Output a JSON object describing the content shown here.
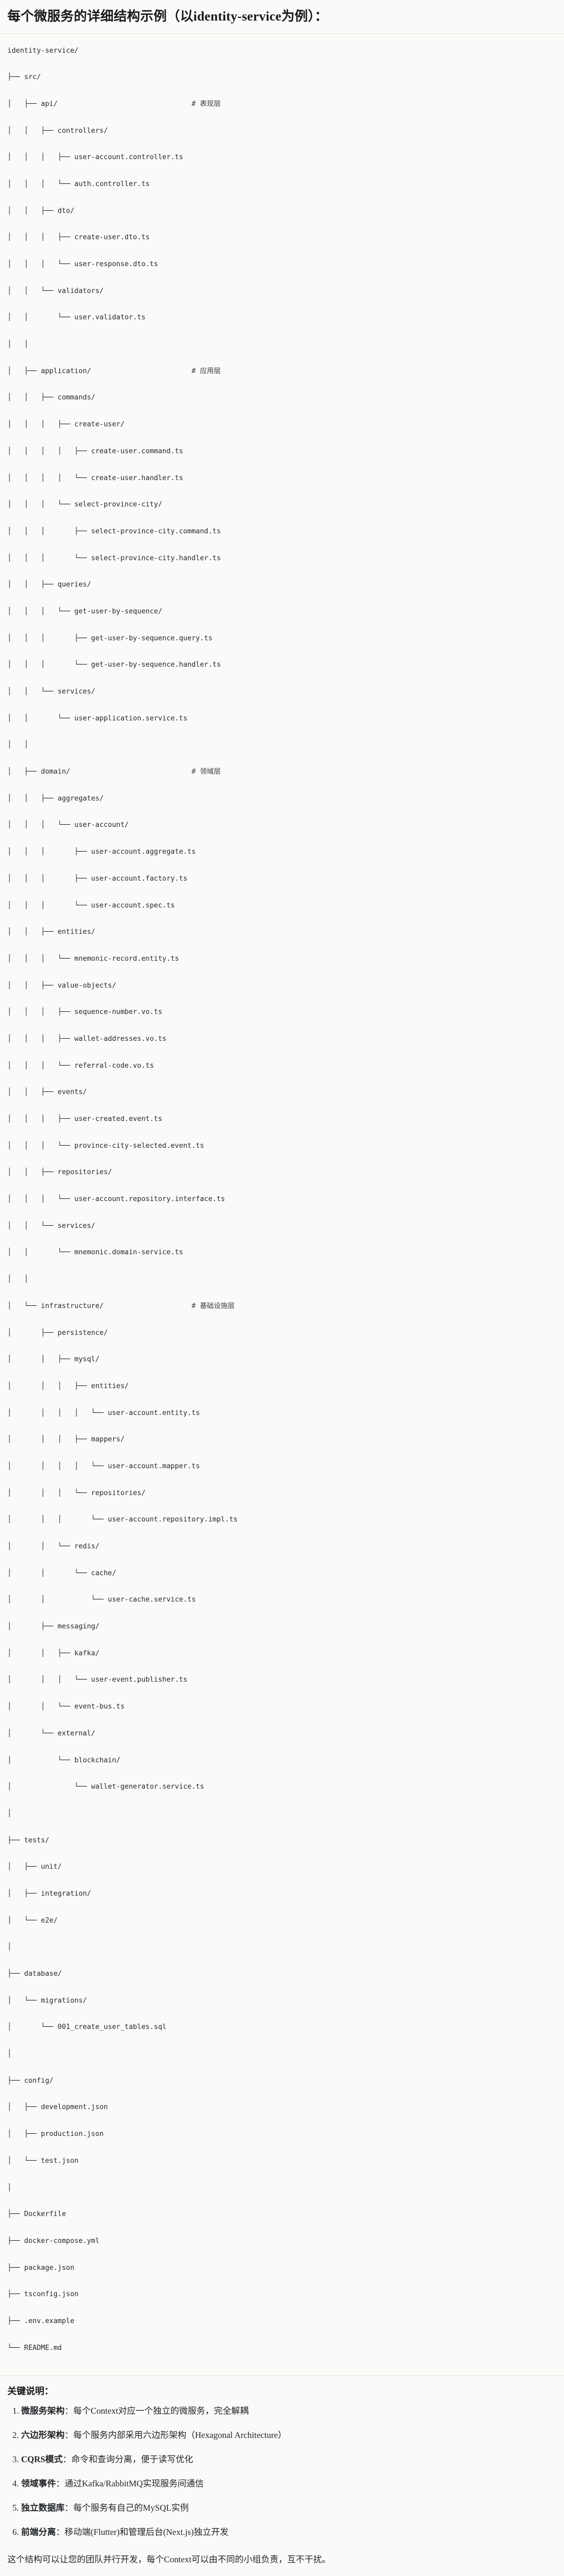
{
  "heading": "每个微服务的详细结构示例（以identity-service为例）：",
  "tree": {
    "root": "identity-service/",
    "lines": [
      {
        "prefix": "identity-service/",
        "comment": ""
      },
      {
        "prefix": "├── src/",
        "comment": ""
      },
      {
        "prefix": "│   ├── api/",
        "comment": "# 表现层"
      },
      {
        "prefix": "│   │   ├── controllers/",
        "comment": ""
      },
      {
        "prefix": "│   │   │   ├── user-account.controller.ts",
        "comment": ""
      },
      {
        "prefix": "│   │   │   └── auth.controller.ts",
        "comment": ""
      },
      {
        "prefix": "│   │   ├── dto/",
        "comment": ""
      },
      {
        "prefix": "│   │   │   ├── create-user.dto.ts",
        "comment": ""
      },
      {
        "prefix": "│   │   │   └── user-response.dto.ts",
        "comment": ""
      },
      {
        "prefix": "│   │   └── validators/",
        "comment": ""
      },
      {
        "prefix": "│   │       └── user.validator.ts",
        "comment": ""
      },
      {
        "prefix": "│   │",
        "comment": ""
      },
      {
        "prefix": "│   ├── application/",
        "comment": "# 应用层"
      },
      {
        "prefix": "│   │   ├── commands/",
        "comment": ""
      },
      {
        "prefix": "│   │   │   ├── create-user/",
        "comment": ""
      },
      {
        "prefix": "│   │   │   │   ├── create-user.command.ts",
        "comment": ""
      },
      {
        "prefix": "│   │   │   │   └── create-user.handler.ts",
        "comment": ""
      },
      {
        "prefix": "│   │   │   └── select-province-city/",
        "comment": ""
      },
      {
        "prefix": "│   │   │       ├── select-province-city.command.ts",
        "comment": ""
      },
      {
        "prefix": "│   │   │       └── select-province-city.handler.ts",
        "comment": ""
      },
      {
        "prefix": "│   │   ├── queries/",
        "comment": ""
      },
      {
        "prefix": "│   │   │   └── get-user-by-sequence/",
        "comment": ""
      },
      {
        "prefix": "│   │   │       ├── get-user-by-sequence.query.ts",
        "comment": ""
      },
      {
        "prefix": "│   │   │       └── get-user-by-sequence.handler.ts",
        "comment": ""
      },
      {
        "prefix": "│   │   └── services/",
        "comment": ""
      },
      {
        "prefix": "│   │       └── user-application.service.ts",
        "comment": ""
      },
      {
        "prefix": "│   │",
        "comment": ""
      },
      {
        "prefix": "│   ├── domain/",
        "comment": "# 领域层"
      },
      {
        "prefix": "│   │   ├── aggregates/",
        "comment": ""
      },
      {
        "prefix": "│   │   │   └── user-account/",
        "comment": ""
      },
      {
        "prefix": "│   │   │       ├── user-account.aggregate.ts",
        "comment": ""
      },
      {
        "prefix": "│   │   │       ├── user-account.factory.ts",
        "comment": ""
      },
      {
        "prefix": "│   │   │       └── user-account.spec.ts",
        "comment": ""
      },
      {
        "prefix": "│   │   ├── entities/",
        "comment": ""
      },
      {
        "prefix": "│   │   │   └── mnemonic-record.entity.ts",
        "comment": ""
      },
      {
        "prefix": "│   │   ├── value-objects/",
        "comment": ""
      },
      {
        "prefix": "│   │   │   ├── sequence-number.vo.ts",
        "comment": ""
      },
      {
        "prefix": "│   │   │   ├── wallet-addresses.vo.ts",
        "comment": ""
      },
      {
        "prefix": "│   │   │   └── referral-code.vo.ts",
        "comment": ""
      },
      {
        "prefix": "│   │   ├── events/",
        "comment": ""
      },
      {
        "prefix": "│   │   │   ├── user-created.event.ts",
        "comment": ""
      },
      {
        "prefix": "│   │   │   └── province-city-selected.event.ts",
        "comment": ""
      },
      {
        "prefix": "│   │   ├── repositories/",
        "comment": ""
      },
      {
        "prefix": "│   │   │   └── user-account.repository.interface.ts",
        "comment": ""
      },
      {
        "prefix": "│   │   └── services/",
        "comment": ""
      },
      {
        "prefix": "│   │       └── mnemonic.domain-service.ts",
        "comment": ""
      },
      {
        "prefix": "│   │",
        "comment": ""
      },
      {
        "prefix": "│   └── infrastructure/",
        "comment": "# 基础设施层"
      },
      {
        "prefix": "│       ├── persistence/",
        "comment": ""
      },
      {
        "prefix": "│       │   ├── mysql/",
        "comment": ""
      },
      {
        "prefix": "│       │   │   ├── entities/",
        "comment": ""
      },
      {
        "prefix": "│       │   │   │   └── user-account.entity.ts",
        "comment": ""
      },
      {
        "prefix": "│       │   │   ├── mappers/",
        "comment": ""
      },
      {
        "prefix": "│       │   │   │   └── user-account.mapper.ts",
        "comment": ""
      },
      {
        "prefix": "│       │   │   └── repositories/",
        "comment": ""
      },
      {
        "prefix": "│       │   │       └── user-account.repository.impl.ts",
        "comment": ""
      },
      {
        "prefix": "│       │   └── redis/",
        "comment": ""
      },
      {
        "prefix": "│       │       └── cache/",
        "comment": ""
      },
      {
        "prefix": "│       │           └── user-cache.service.ts",
        "comment": ""
      },
      {
        "prefix": "│       ├── messaging/",
        "comment": ""
      },
      {
        "prefix": "│       │   ├── kafka/",
        "comment": ""
      },
      {
        "prefix": "│       │   │   └── user-event.publisher.ts",
        "comment": ""
      },
      {
        "prefix": "│       │   └── event-bus.ts",
        "comment": ""
      },
      {
        "prefix": "│       └── external/",
        "comment": ""
      },
      {
        "prefix": "│           └── blockchain/",
        "comment": ""
      },
      {
        "prefix": "│               └── wallet-generator.service.ts",
        "comment": ""
      },
      {
        "prefix": "│",
        "comment": ""
      },
      {
        "prefix": "├── tests/",
        "comment": ""
      },
      {
        "prefix": "│   ├── unit/",
        "comment": ""
      },
      {
        "prefix": "│   ├── integration/",
        "comment": ""
      },
      {
        "prefix": "│   └── e2e/",
        "comment": ""
      },
      {
        "prefix": "│",
        "comment": ""
      },
      {
        "prefix": "├── database/",
        "comment": ""
      },
      {
        "prefix": "│   └── migrations/",
        "comment": ""
      },
      {
        "prefix": "│       └── 001_create_user_tables.sql",
        "comment": ""
      },
      {
        "prefix": "│",
        "comment": ""
      },
      {
        "prefix": "├── config/",
        "comment": ""
      },
      {
        "prefix": "│   ├── development.json",
        "comment": ""
      },
      {
        "prefix": "│   ├── production.json",
        "comment": ""
      },
      {
        "prefix": "│   └── test.json",
        "comment": ""
      },
      {
        "prefix": "│",
        "comment": ""
      },
      {
        "prefix": "├── Dockerfile",
        "comment": ""
      },
      {
        "prefix": "├── docker-compose.yml",
        "comment": ""
      },
      {
        "prefix": "├── package.json",
        "comment": ""
      },
      {
        "prefix": "├── tsconfig.json",
        "comment": ""
      },
      {
        "prefix": "├── .env.example",
        "comment": ""
      },
      {
        "prefix": "└── README.md",
        "comment": ""
      }
    ]
  },
  "keypoints": {
    "title": "关键说明：",
    "items": [
      {
        "term": "微服务架构",
        "desc": "：每个Context对应一个独立的微服务，完全解耦"
      },
      {
        "term": "六边形架构",
        "desc": "：每个服务内部采用六边形架构（Hexagonal Architecture）"
      },
      {
        "term": "CQRS模式",
        "desc": "：命令和查询分离，便于读写优化"
      },
      {
        "term": "领域事件",
        "desc": "：通过Kafka/RabbitMQ实现服务间通信"
      },
      {
        "term": "独立数据库",
        "desc": "：每个服务有自己的MySQL实例"
      },
      {
        "term": "前端分离",
        "desc": "：移动端(Flutter)和管理后台(Next.js)独立开发"
      }
    ]
  },
  "closing": "这个结构可以让您的团队并行开发，每个Context可以由不同的小组负责，互不干扰。",
  "colors": {
    "page_bg": "#fbfaf8",
    "text": "#1f2328",
    "code_text": "#24292f",
    "divider": "#e3e1dd"
  }
}
